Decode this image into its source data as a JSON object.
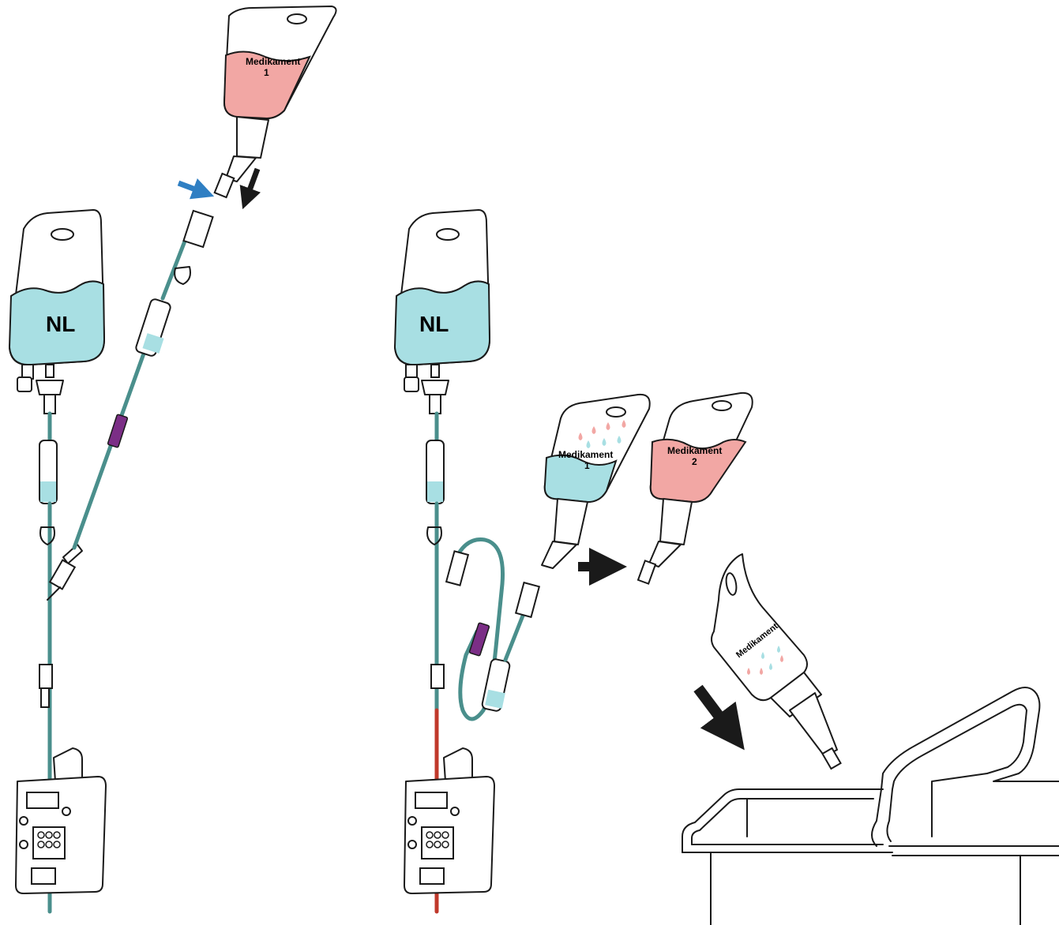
{
  "panel1": {
    "saline_bag_label": "NL",
    "med_bag_label_line1": "Medikament",
    "med_bag_label_line2": "1"
  },
  "panel2": {
    "saline_bag_label": "NL",
    "med1_label_line1": "Medikament",
    "med1_label_line2": "1",
    "med2_label_line1": "Medikament",
    "med2_label_line2": "2"
  },
  "panel3": {
    "discarded_bag_label": "Medikament"
  },
  "colors": {
    "saline": "#a8dfe3",
    "medication": "#f2a7a4",
    "secondary_clamp": "#7b2e86",
    "tube_primary": "#4a8f8c",
    "tube_red": "#c0392b",
    "arrow_blue": "#2f7fc3",
    "arrow_black": "#1a1a1a"
  }
}
